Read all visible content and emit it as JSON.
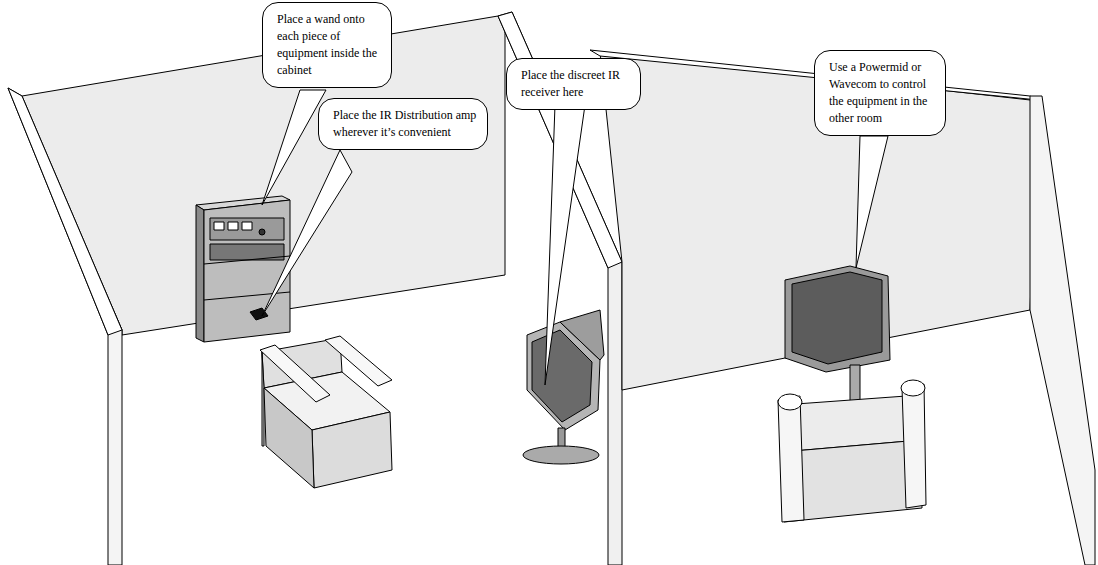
{
  "diagram": {
    "nodes": [
      {
        "text": [
          "Place a wand onto each piece of equipment inside the cabinet"
        ]
      },
      {
        "text": [
          "Place the IR Distribution amp wherever it’s convenient"
        ]
      },
      {
        "text": [
          "Place the discreet IR receiver here"
        ]
      },
      {
        "text": [
          "Use a Powermid or Wavecom to control the equipment in the other room"
        ]
      }
    ]
  }
}
